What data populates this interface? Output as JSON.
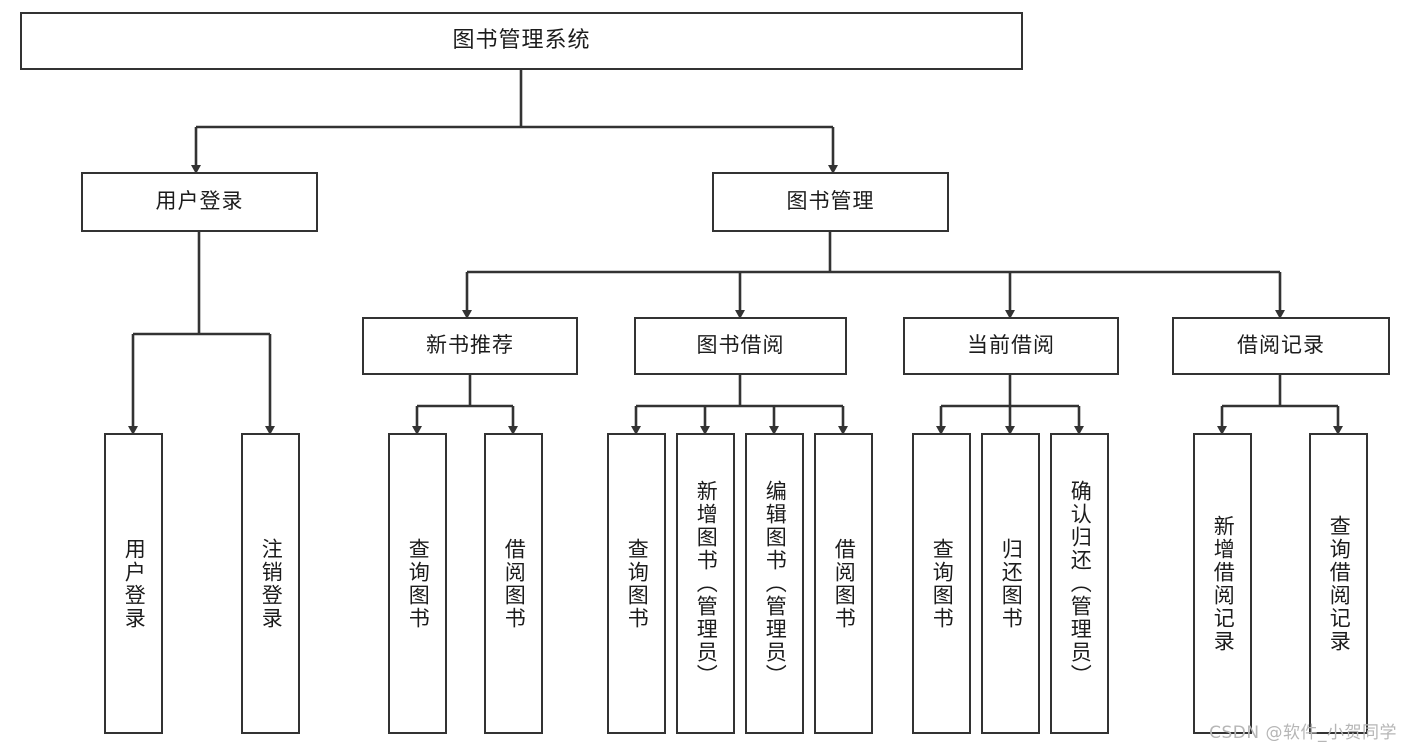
{
  "diagram": {
    "title": "图书管理系统",
    "type": "hierarchy-tree",
    "root": {
      "label": "图书管理系统"
    },
    "level2": [
      {
        "label": "用户登录"
      },
      {
        "label": "图书管理"
      }
    ],
    "level3": [
      {
        "label": "新书推荐"
      },
      {
        "label": "图书借阅"
      },
      {
        "label": "当前借阅"
      },
      {
        "label": "借阅记录"
      }
    ],
    "leaves": {
      "user_login": [
        {
          "label": "用户登录"
        },
        {
          "label": "注销登录"
        }
      ],
      "new_book_recommend": [
        {
          "label": "查询图书"
        },
        {
          "label": "借阅图书"
        }
      ],
      "book_borrow": [
        {
          "label": "查询图书"
        },
        {
          "label": "新增图书（管理员）"
        },
        {
          "label": "编辑图书（管理员）"
        },
        {
          "label": "借阅图书"
        }
      ],
      "current_borrow": [
        {
          "label": "查询图书"
        },
        {
          "label": "归还图书"
        },
        {
          "label": "确认归还（管理员）"
        }
      ],
      "borrow_record": [
        {
          "label": "新增借阅记录"
        },
        {
          "label": "查询借阅记录"
        }
      ]
    }
  },
  "watermark": {
    "text": "CSDN @软件_小贺同学"
  },
  "colors": {
    "border": "#333333",
    "text": "#1c1c1c",
    "background": "#ffffff",
    "connector": "#333333",
    "watermark": "#b6b6b6"
  }
}
